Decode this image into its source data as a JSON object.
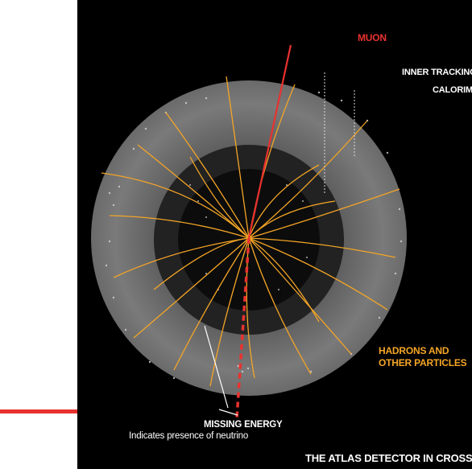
{
  "labels": {
    "muon": "MUON",
    "inner_tracking": "INNER TRACKING SYSTEM",
    "calorimeter": "CALORIMETER",
    "hadrons_line1": "HADRONS AND",
    "hadrons_line2": "OTHER PARTICLES",
    "missing_energy": "MISSING ENERGY",
    "neutrino_note": "Indicates presence of neutrino",
    "caption": "THE ATLAS DETECTOR IN CROSS SECTION"
  },
  "colors": {
    "background": "#000000",
    "calorimeter_ring": "#6e6e6e",
    "inner_disk": "#1c1c1c",
    "core": "#0a0a0a",
    "muon": "#e8322f",
    "hadron_tracks": "#f4a526",
    "accent_bar": "#e8322f",
    "text": "#ffffff"
  }
}
